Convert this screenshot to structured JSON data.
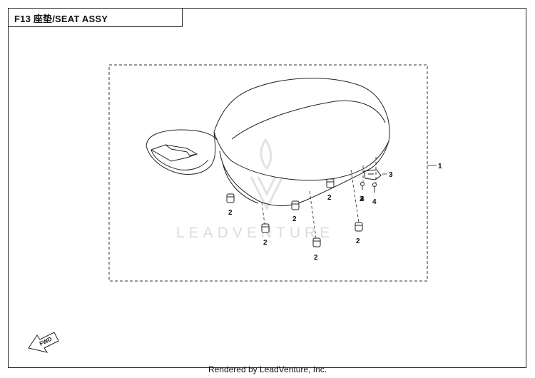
{
  "header": {
    "title": "F13 座垫/SEAT ASSY"
  },
  "footer": {
    "credit": "Rendered by LeadVenture, Inc."
  },
  "watermark": {
    "text": "LEADVENTURE"
  },
  "orientation": {
    "fwd_label": "FWD"
  },
  "callouts": {
    "assembly": "1",
    "pad_a": "2",
    "pad_b": "2",
    "pad_c": "2",
    "pad_d": "2",
    "pad_e": "2",
    "pad_f": "2",
    "pad_g": "2",
    "latch": "3",
    "bolt_a": "4",
    "bolt_b": "4"
  }
}
